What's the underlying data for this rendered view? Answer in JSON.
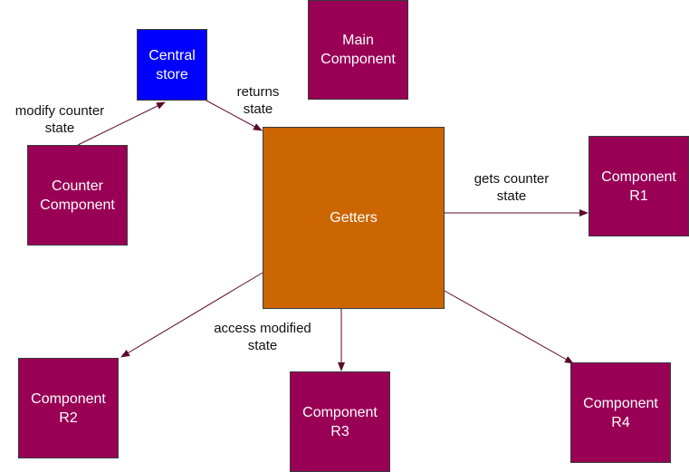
{
  "colors": {
    "component": "#990055",
    "store": "#0000ff",
    "getters": "#cc6600",
    "edge": "#5b0b2b"
  },
  "nodes": {
    "central_store": "Central\nstore",
    "main_component": "Main\nComponent",
    "counter_component": "Counter\nComponent",
    "getters": "Getters",
    "component_r1": "Component\nR1",
    "component_r2": "Component\nR2",
    "component_r3": "Component\nR3",
    "component_r4": "Component\nR4"
  },
  "edges": {
    "modify_counter_state": "modify  counter\nstate",
    "returns_state": "returns\nstate",
    "gets_counter_state": "gets counter\nstate",
    "access_modified_state": "access modified\nstate"
  }
}
